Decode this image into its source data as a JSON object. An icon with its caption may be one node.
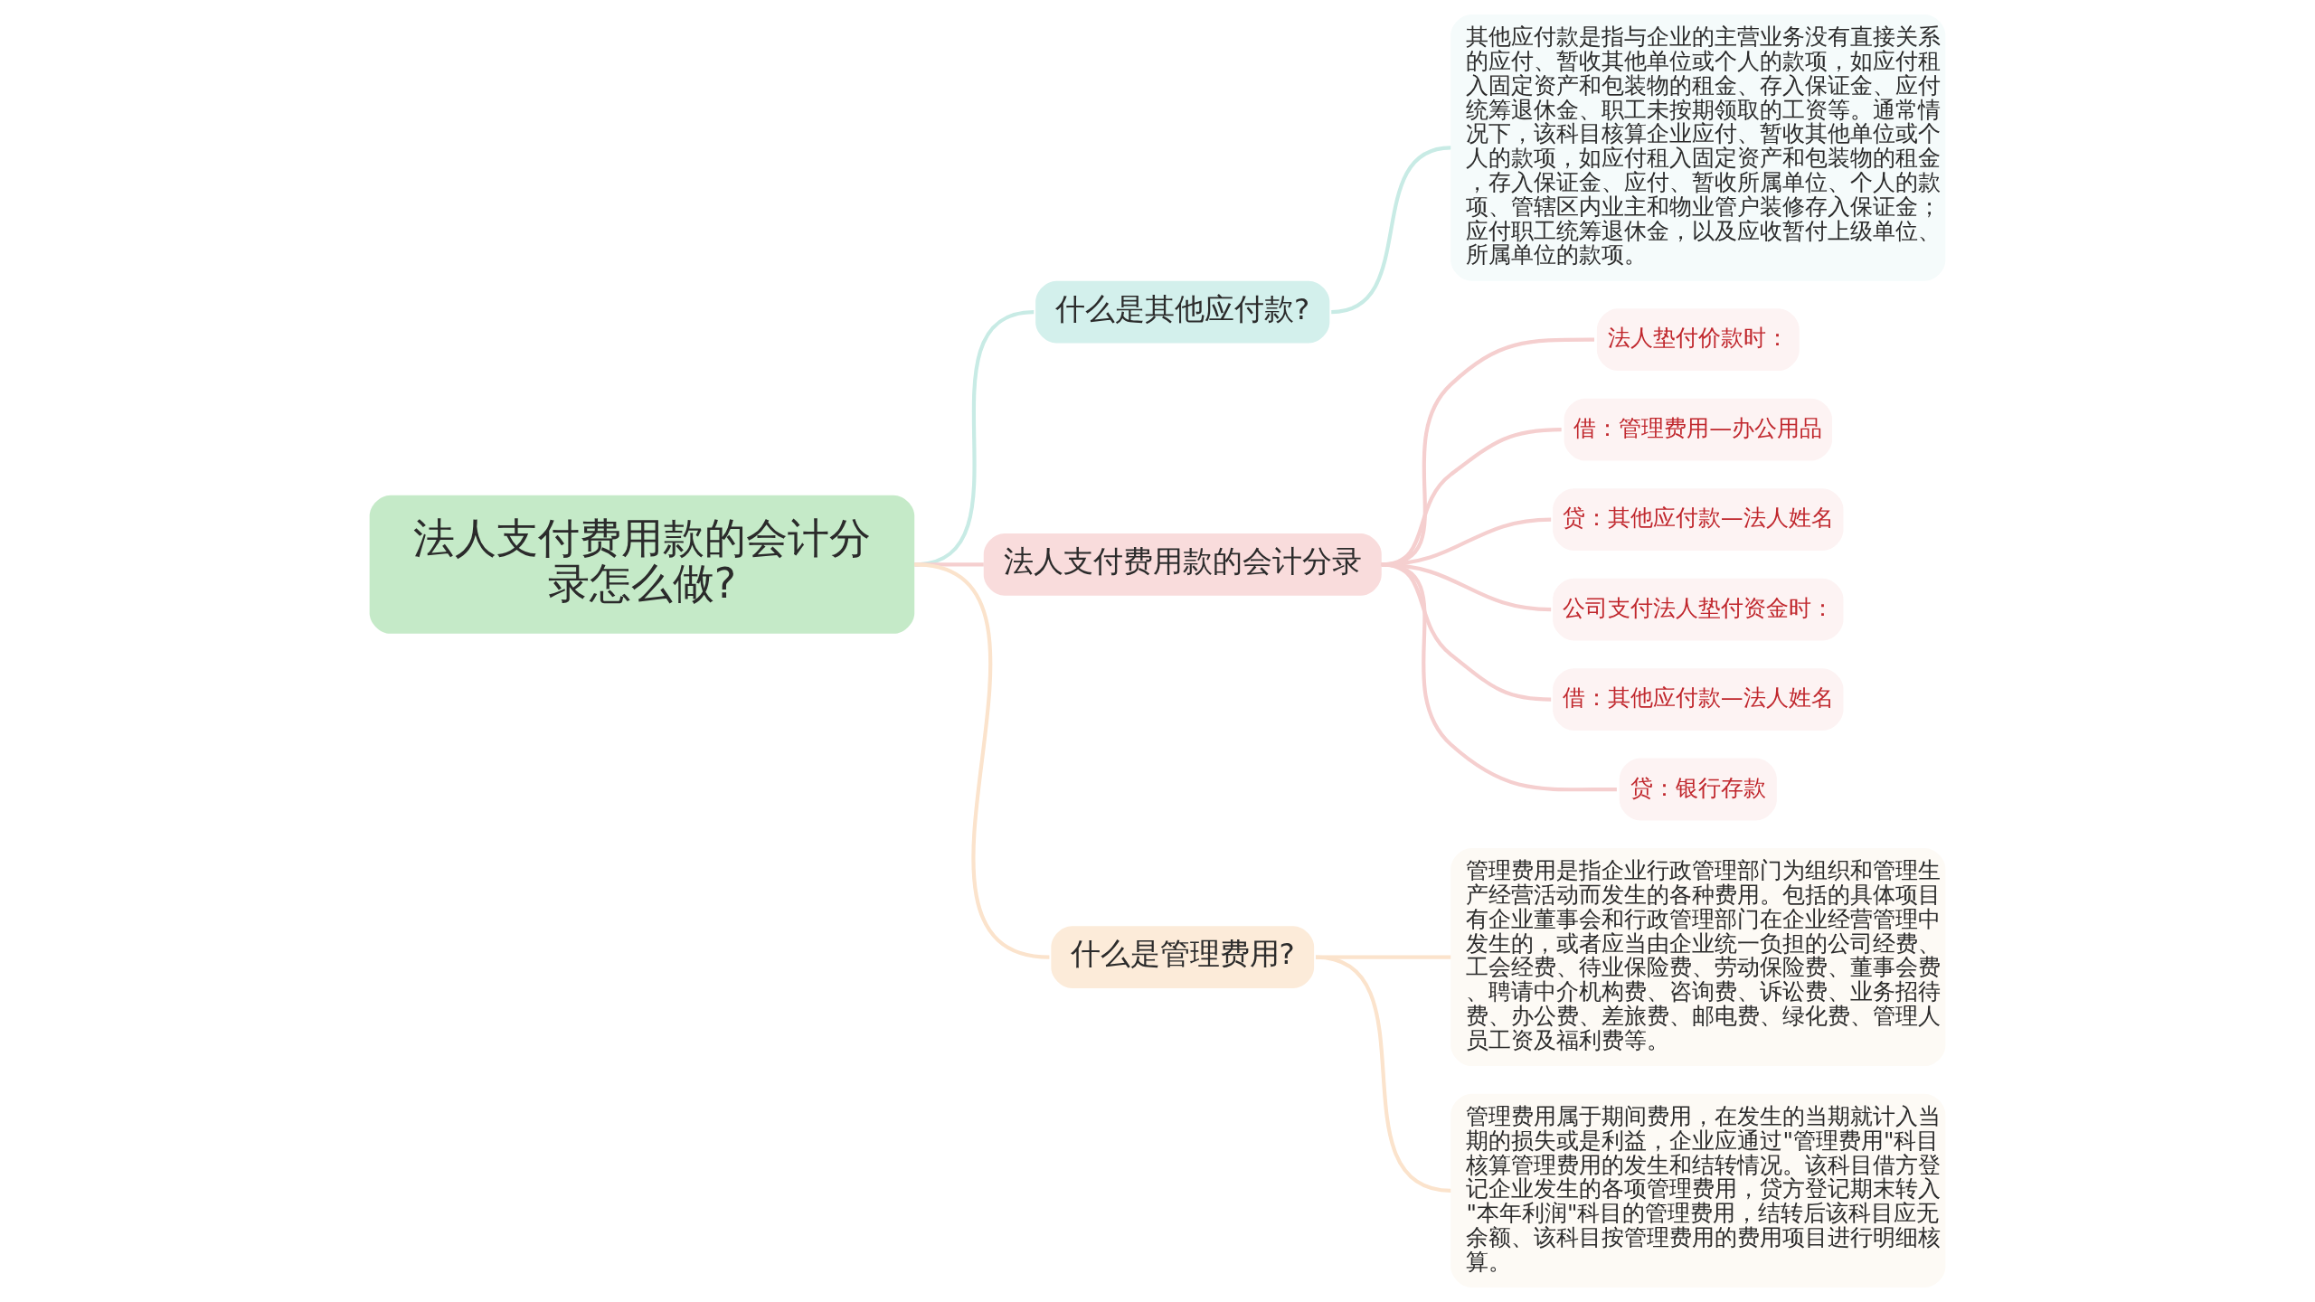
{
  "diagram": {
    "nodes": [
      {
        "text": [
          "法人支付费用款的会计分录怎么做?"
        ]
      },
      {
        "text": [
          "什么是其他应付款?"
        ]
      },
      {
        "text": [
          "其他应付款是指与企业的主营业务没有直接关系的应付、暂收其他单位或个人的款项，如应付租入固定资产和包装物的租金、存入保证金、应付统筹退休金、职工未按期领取的工资等。通常情况下，该科目核算企业应付、暂收其他单位或个人的款项，如应付租入固定资产和包装物的租金，存入保证金、应付、暂收所属单位、个人的款项、管辖区内业主和物业管户装修存入保证金；应付职工统筹退休金，以及应收暂付上级单位、所属单位的款项。"
        ]
      },
      {
        "text": [
          "法人支付费用款的会计分录"
        ]
      },
      {
        "text": [
          "法人垫付价款时："
        ]
      },
      {
        "text": [
          "借：管理费用—办公用品"
        ]
      },
      {
        "text": [
          "贷：其他应付款—法人姓名"
        ]
      },
      {
        "text": [
          "公司支付法人垫付资金时："
        ]
      },
      {
        "text": [
          "借：其他应付款—法人姓名"
        ]
      },
      {
        "text": [
          "贷：银行存款"
        ]
      },
      {
        "text": [
          "什么是管理费用?"
        ]
      },
      {
        "text": [
          "管理费用是指企业行政管理部门为组织和管理生产经营活动而发生的各种费用。包括的具体项目有企业董事会和行政管理部门在企业经营管理中发生的，或者应当由企业统一负担的公司经费、工会经费、待业保险费、劳动保险费、董事会费、聘请中介机构费、咨询费、诉讼费、业务招待费、办公费、差旅费、邮电费、绿化费、管理人员工资及福利费等。"
        ]
      },
      {
        "text": [
          "管理费用属于期间费用，在发生的当期就计入当期的损失或是利益，企业应通过\"管理费用\"科目核算管理费用的发生和结转情况。该科目借方登记企业发生的各项管理费用，贷方登记期末转入\"本年利润\"科目的管理费用，结转后该科目应无余额、该科目按管理费用的费用项目进行明细核算。"
        ]
      }
    ],
    "edges": [
      {
        "from": 0,
        "to": 1,
        "arrow": "none",
        "color": "#c8ebe5"
      },
      {
        "from": 1,
        "to": 2,
        "arrow": "none",
        "color": "#c8ebe5"
      },
      {
        "from": 0,
        "to": 3,
        "arrow": "none"
      },
      {
        "from": 3,
        "to": 4,
        "arrow": "none"
      },
      {
        "from": 3,
        "to": 5,
        "arrow": "none"
      },
      {
        "from": 3,
        "to": 6,
        "arrow": "none"
      },
      {
        "from": 3,
        "to": 7,
        "arrow": "none"
      },
      {
        "from": 3,
        "to": 8,
        "arrow": "none"
      },
      {
        "from": 3,
        "to": 9,
        "arrow": "none"
      },
      {
        "from": 0,
        "to": 10,
        "arrow": "none",
        "color": "#fbe3cc"
      },
      {
        "from": 10,
        "to": 11,
        "arrow": "none",
        "color": "#fbe3cc"
      },
      {
        "from": 10,
        "to": 12,
        "arrow": "none",
        "color": "#fbe3cc"
      }
    ]
  }
}
